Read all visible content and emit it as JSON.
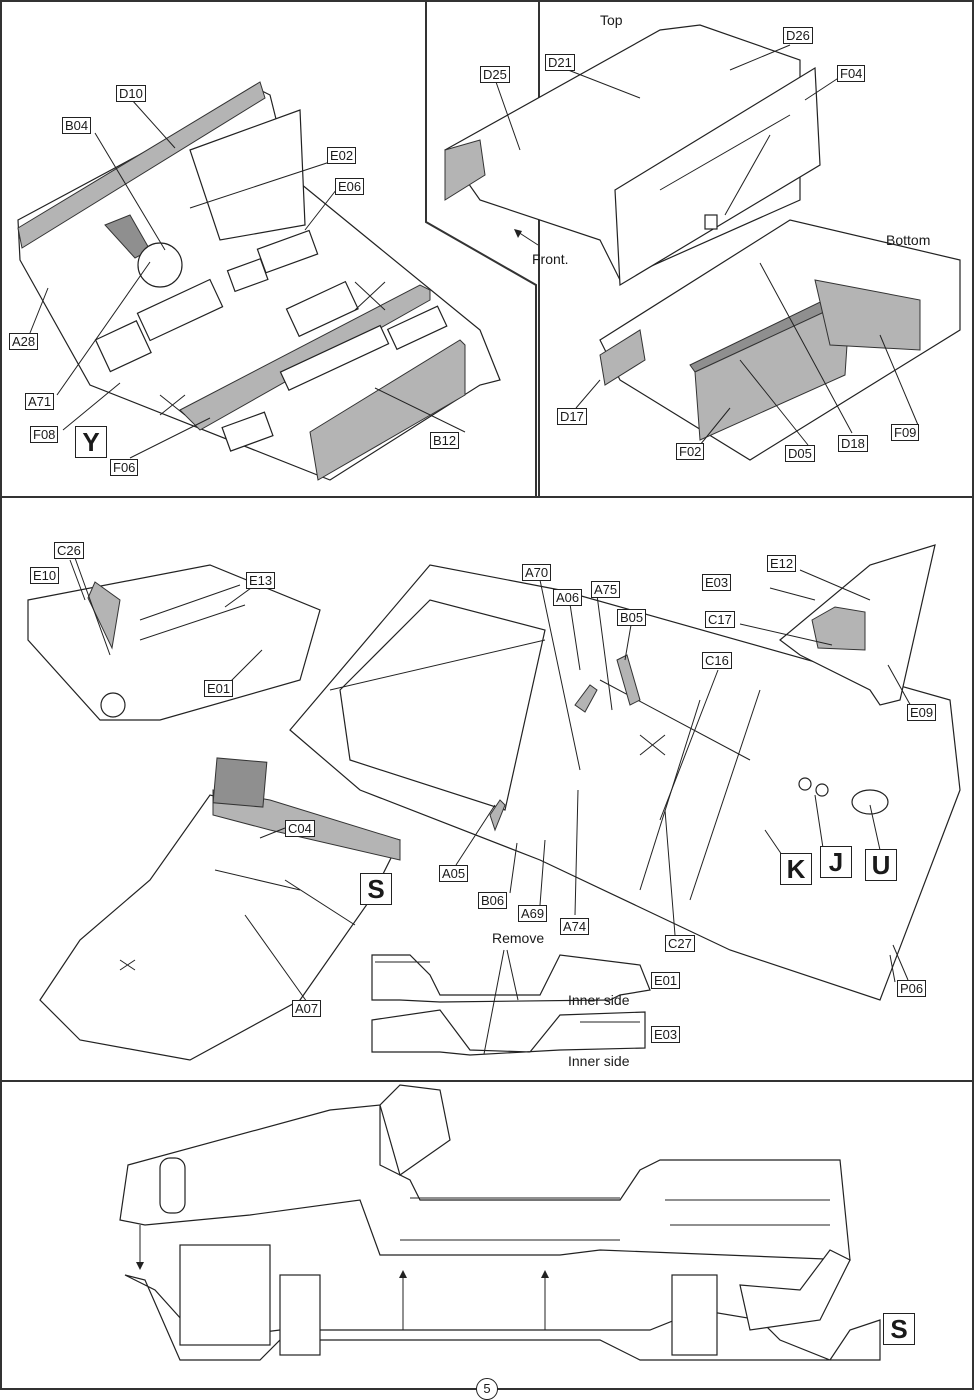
{
  "page_number": "5",
  "panel_top_left": {
    "callouts": [
      "D10",
      "B04",
      "E02",
      "E06",
      "A28",
      "A71",
      "F08",
      "F06",
      "B12"
    ],
    "subassembly_marker": "Y"
  },
  "panel_top_right": {
    "view_top": "Top",
    "view_bottom": "Bottom",
    "direction": "Front.",
    "callouts_top": [
      "D25",
      "D21",
      "D26",
      "F04"
    ],
    "callouts_bottom": [
      "D17",
      "F02",
      "D05",
      "D18",
      "F09"
    ]
  },
  "panel_middle": {
    "callouts_left": [
      "C26",
      "E10",
      "E13",
      "E01"
    ],
    "callouts_center": [
      "A70",
      "A06",
      "A75",
      "B05",
      "C16",
      "A05",
      "B06",
      "A69",
      "A74",
      "C27"
    ],
    "callouts_right": [
      "E12",
      "E03",
      "C17",
      "E09",
      "P06"
    ],
    "callouts_lower": [
      "C04",
      "A07"
    ],
    "markers": [
      "S",
      "K",
      "J",
      "U"
    ],
    "remove_note": "Remove",
    "side_panels": [
      {
        "part": "E01",
        "note": "Inner side"
      },
      {
        "part": "E03",
        "note": "Inner side"
      }
    ]
  },
  "panel_bottom": {
    "subassembly_marker": "S"
  }
}
